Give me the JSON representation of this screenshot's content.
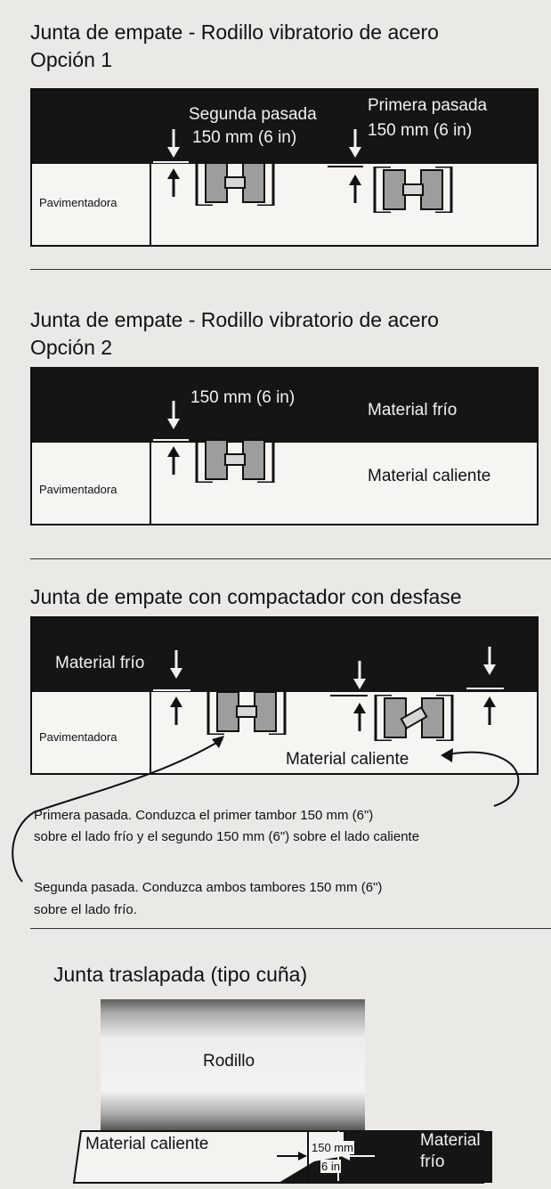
{
  "section1": {
    "title_line1": "Junta de empate - Rodillo vibratorio de acero",
    "title_line2": "Opción 1",
    "second_pass": "Segunda pasada",
    "second_pass_dim": "150 mm (6 in)",
    "first_pass": "Primera pasada",
    "first_pass_dim": "150 mm (6 in)",
    "paver": "Pavimentadora"
  },
  "section2": {
    "title_line1": "Junta de empate - Rodillo vibratorio de acero",
    "title_line2": "Opción 2",
    "dim": "150 mm (6 in)",
    "cold": "Material frío",
    "hot": "Material caliente",
    "paver": "Pavimentadora"
  },
  "section3": {
    "title": "Junta de empate con compactador con desfase",
    "cold": "Material frío",
    "paver": "Pavimentadora",
    "hot": "Material caliente",
    "note1_line1": "Primera pasada. Conduzca el primer tambor 150 mm (6\")",
    "note1_line2": "sobre el lado frío y el segundo 150 mm (6\") sobre el lado caliente",
    "note2_line1": "Segunda pasada. Conduzca ambos tambores 150 mm (6\")",
    "note2_line2": "sobre el lado frío."
  },
  "section4": {
    "title": "Junta traslapada (tipo cuña)",
    "roller": "Rodillo",
    "hot": "Material caliente",
    "dim_mm": "150 mm",
    "dim_in": "6 in",
    "cold_line1": "Material",
    "cold_line2": "frío"
  }
}
